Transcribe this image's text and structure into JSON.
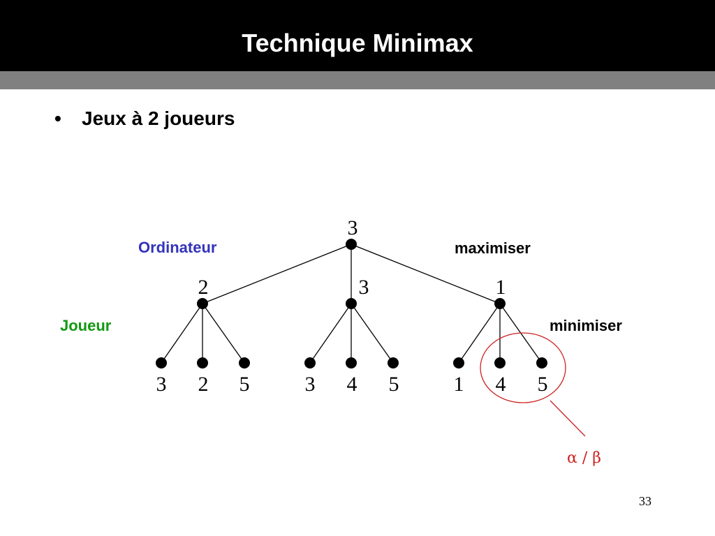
{
  "slide": {
    "title": "Technique Minimax",
    "bullet_symbol": "•",
    "bullet_text": "Jeux à 2 joueurs",
    "page_number": "33"
  },
  "diagram": {
    "roles": {
      "computer": "Ordinateur",
      "player": "Joueur",
      "maximize": "maximiser",
      "minimize": "minimiser"
    },
    "root": {
      "value": "3"
    },
    "level1": [
      {
        "value": "2",
        "leaves": [
          "3",
          "2",
          "5"
        ]
      },
      {
        "value": "3",
        "leaves": [
          "3",
          "4",
          "5"
        ]
      },
      {
        "value": "1",
        "leaves": [
          "1",
          "4",
          "5"
        ]
      }
    ],
    "annotation": "α / β",
    "colors": {
      "computer_label": "#3333bb",
      "player_label": "#119911",
      "annotation": "#cc2222"
    }
  }
}
